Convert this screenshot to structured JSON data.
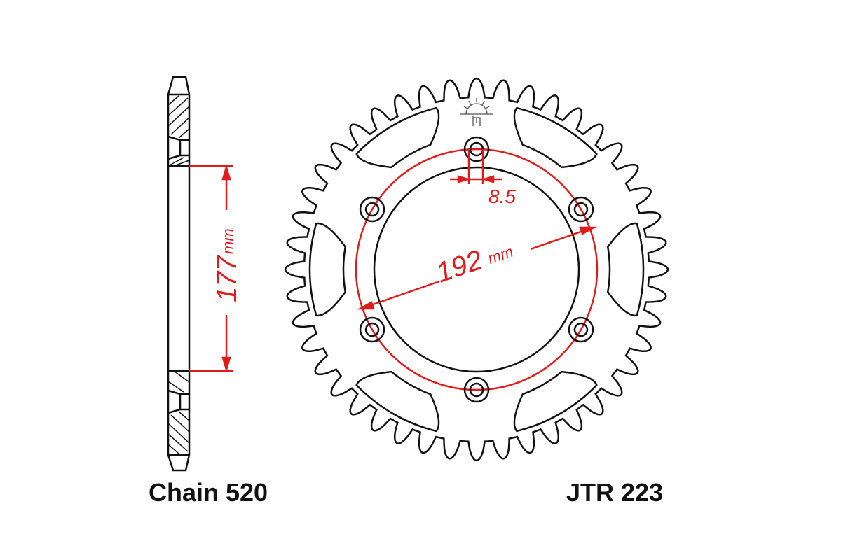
{
  "colors": {
    "outline": "#111111",
    "dimension": "#e01b1b",
    "logo": "#555555"
  },
  "side_view": {
    "dimension_value": "177",
    "dimension_unit": "mm"
  },
  "front_view": {
    "bolt_circle_value": "192",
    "bolt_circle_unit": "mm",
    "bolt_hole_value": "8.5",
    "logo_icon": "sun-logo-icon"
  },
  "labels": {
    "chain": "Chain 520",
    "part_number": "JTR 223"
  }
}
